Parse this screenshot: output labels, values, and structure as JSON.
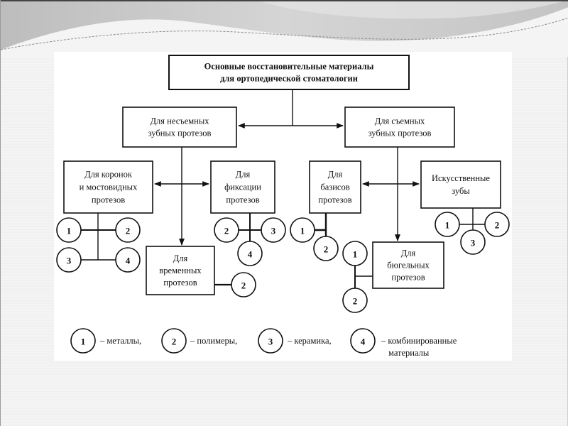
{
  "diagram": {
    "title": {
      "lines": [
        "Основные восстановительные материалы",
        "для ортопедической стоматологии"
      ]
    },
    "fixed": {
      "lines": [
        "Для несъемных",
        "зубных протезов"
      ]
    },
    "removable": {
      "lines": [
        "Для съемных",
        "зубных протезов"
      ]
    },
    "crowns": {
      "lines": [
        "Для коронок",
        "и мостовидных",
        "протезов"
      ],
      "materials": [
        "1",
        "2",
        "3",
        "4"
      ]
    },
    "fixation": {
      "lines": [
        "Для",
        "фиксации",
        "протезов"
      ],
      "materials": [
        "2",
        "3",
        "4"
      ]
    },
    "temporary": {
      "lines": [
        "Для",
        "временных",
        "протезов"
      ],
      "materials": [
        "2"
      ]
    },
    "bases": {
      "lines": [
        "Для",
        "базисов",
        "протезов"
      ],
      "materials": [
        "1",
        "2"
      ]
    },
    "artificial_teeth": {
      "lines": [
        "Искусственные",
        "зубы"
      ],
      "materials": [
        "1",
        "2",
        "3"
      ]
    },
    "clasp": {
      "lines": [
        "Для",
        "бюгельных",
        "протезов"
      ],
      "materials": [
        "1",
        "2"
      ]
    }
  },
  "legend": {
    "items": [
      {
        "num": "1",
        "label": "– металлы,"
      },
      {
        "num": "2",
        "label": "– полимеры,"
      },
      {
        "num": "3",
        "label": "– керамика,"
      },
      {
        "num": "4",
        "label": "– комбинированные",
        "label2": "материалы"
      }
    ]
  },
  "colors": {
    "line": "#111111",
    "box_fill": "#ffffff",
    "background": "#f2f2f2"
  }
}
